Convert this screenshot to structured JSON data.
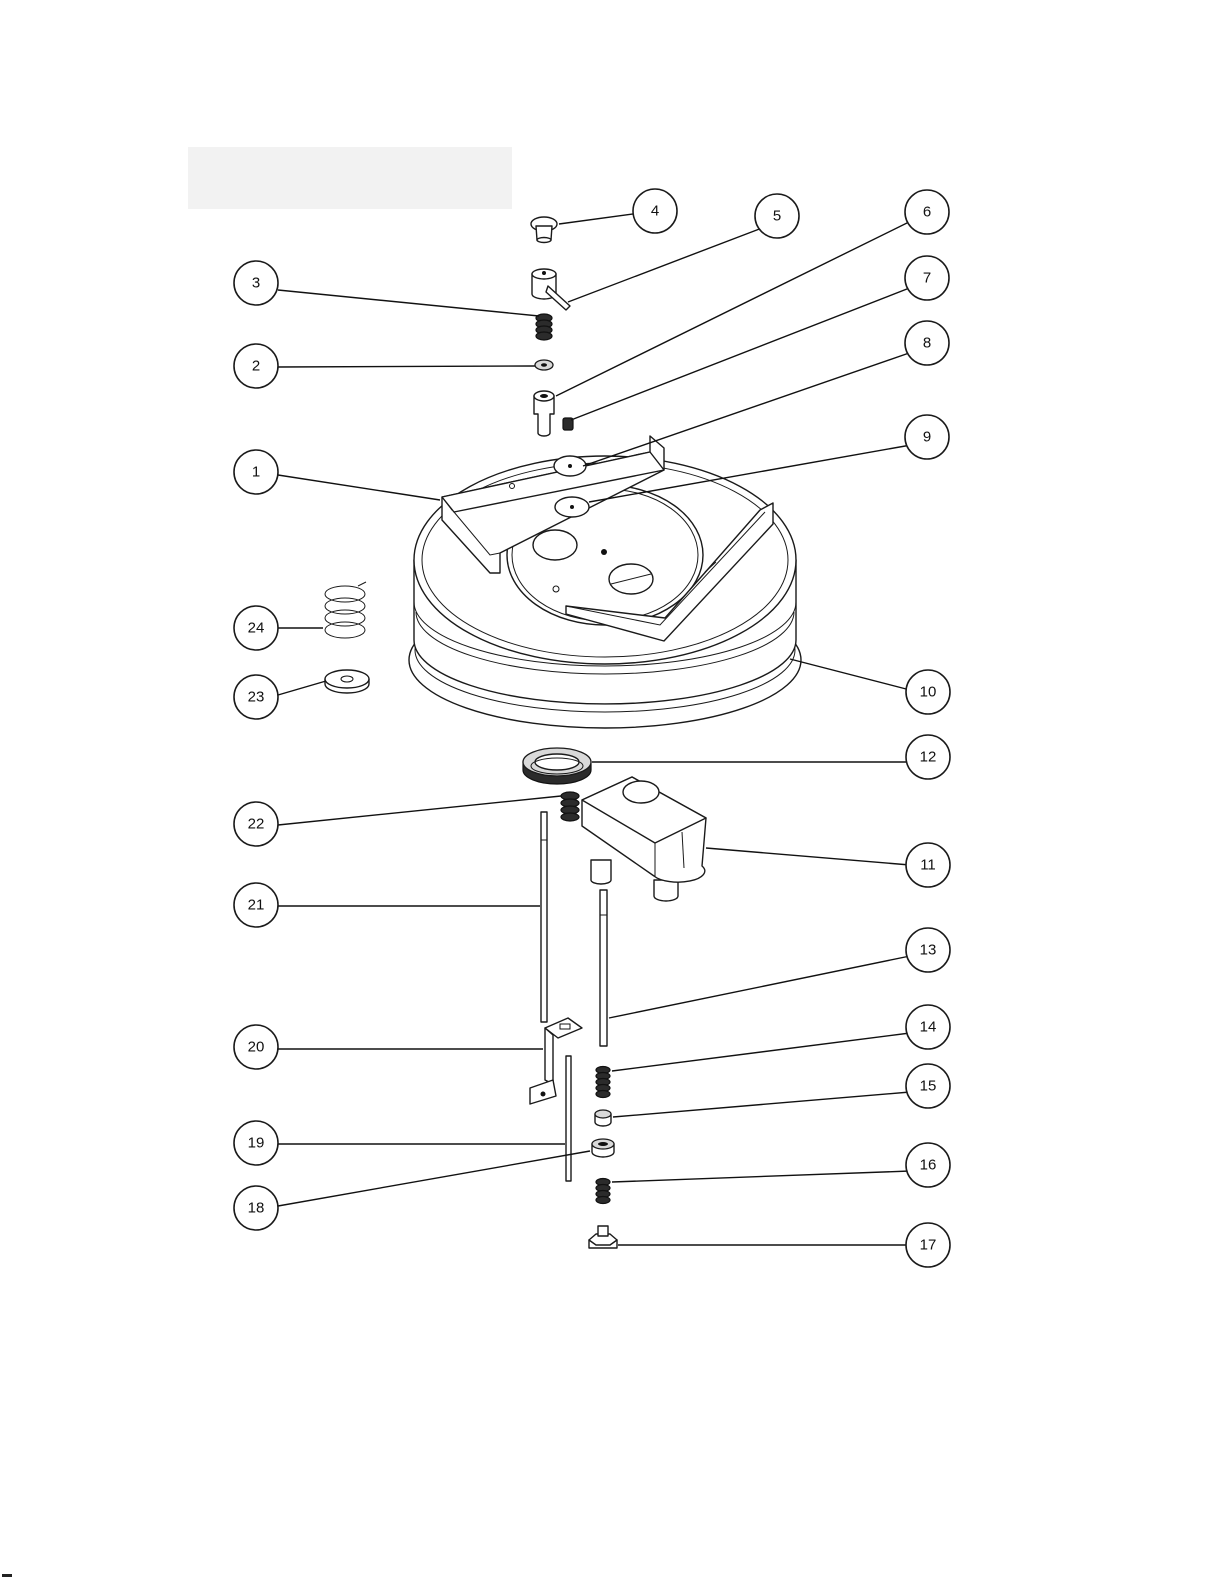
{
  "callouts": [
    {
      "id": "1",
      "label": "1"
    },
    {
      "id": "2",
      "label": "2"
    },
    {
      "id": "3",
      "label": "3"
    },
    {
      "id": "4",
      "label": "4"
    },
    {
      "id": "5",
      "label": "5"
    },
    {
      "id": "6",
      "label": "6"
    },
    {
      "id": "7",
      "label": "7"
    },
    {
      "id": "8",
      "label": "8"
    },
    {
      "id": "9",
      "label": "9"
    },
    {
      "id": "10",
      "label": "10"
    },
    {
      "id": "11",
      "label": "11"
    },
    {
      "id": "12",
      "label": "12"
    },
    {
      "id": "13",
      "label": "13"
    },
    {
      "id": "14",
      "label": "14"
    },
    {
      "id": "15",
      "label": "15"
    },
    {
      "id": "16",
      "label": "16"
    },
    {
      "id": "17",
      "label": "17"
    },
    {
      "id": "18",
      "label": "18"
    },
    {
      "id": "19",
      "label": "19"
    },
    {
      "id": "20",
      "label": "20"
    },
    {
      "id": "21",
      "label": "21"
    },
    {
      "id": "22",
      "label": "22"
    },
    {
      "id": "23",
      "label": "23"
    },
    {
      "id": "24",
      "label": "24"
    }
  ],
  "colors": {
    "line": "#1a1a1a",
    "header_box": "#f2f2f2",
    "background": "#ffffff"
  }
}
